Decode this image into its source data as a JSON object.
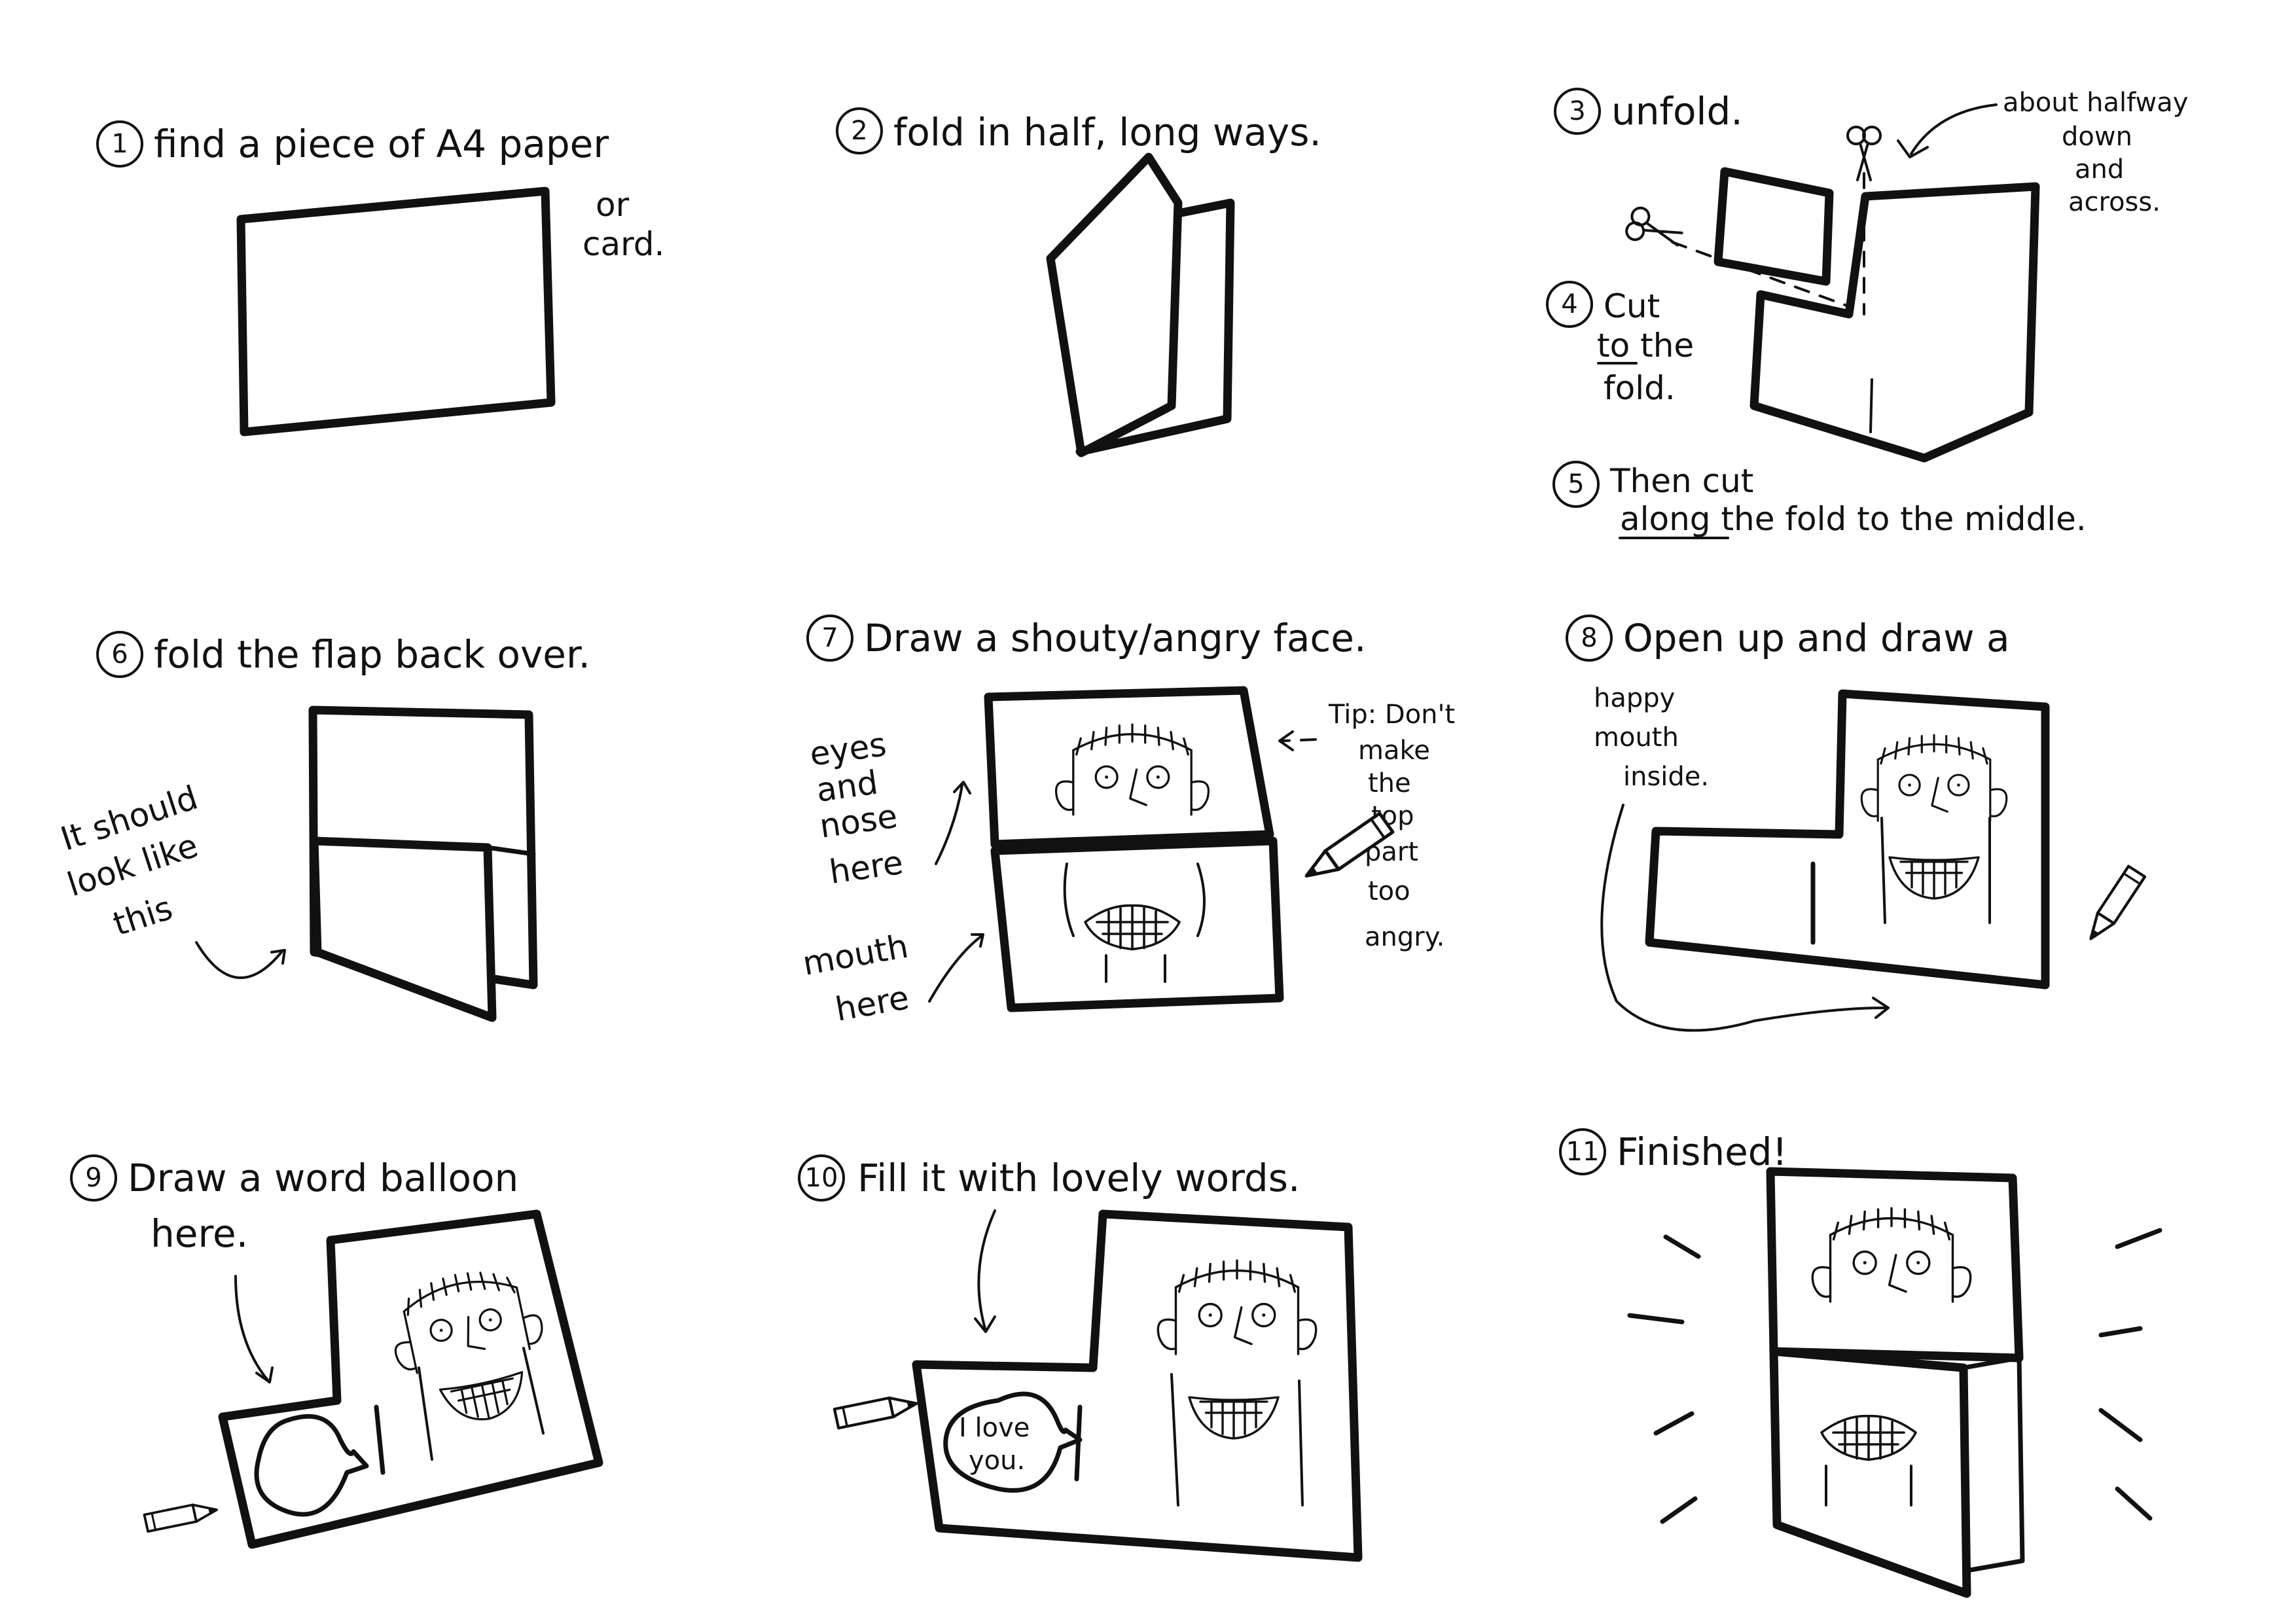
{
  "colors": {
    "ink": "#111111",
    "paper": "#ffffff"
  },
  "steps": [
    {
      "number": "1",
      "title": "find a piece of A4 paper",
      "extra": [
        "or",
        "card."
      ]
    },
    {
      "number": "2",
      "title": "fold in half, long ways."
    },
    {
      "number": "3",
      "title": "unfold.",
      "note": [
        "about halfway",
        "down",
        "and",
        "across."
      ]
    },
    {
      "number": "4",
      "title": [
        "Cut",
        "to the",
        "fold."
      ]
    },
    {
      "number": "5",
      "title": [
        "Then cut",
        "along the fold to the middle."
      ]
    },
    {
      "number": "6",
      "title": "fold the flap back over.",
      "note": [
        "It should",
        "look like",
        "this"
      ]
    },
    {
      "number": "7",
      "title": "Draw a shouty/angry face.",
      "notes": {
        "eyes": [
          "eyes",
          "and",
          "nose",
          "here"
        ],
        "mouth": [
          "mouth",
          "here"
        ],
        "tip": [
          "Tip: Don't",
          "make",
          "the",
          "top",
          "part",
          "too",
          "angry."
        ]
      }
    },
    {
      "number": "8",
      "title": "Open up and draw a",
      "note": [
        "happy",
        "mouth",
        "inside."
      ]
    },
    {
      "number": "9",
      "title": "Draw a word balloon",
      "note": "here."
    },
    {
      "number": "10",
      "title": "Fill it with lovely words.",
      "balloon": [
        "I love",
        "you."
      ]
    },
    {
      "number": "11",
      "title": "Finished!"
    }
  ],
  "icons": [
    "scissors-icon",
    "pencil-icon"
  ]
}
